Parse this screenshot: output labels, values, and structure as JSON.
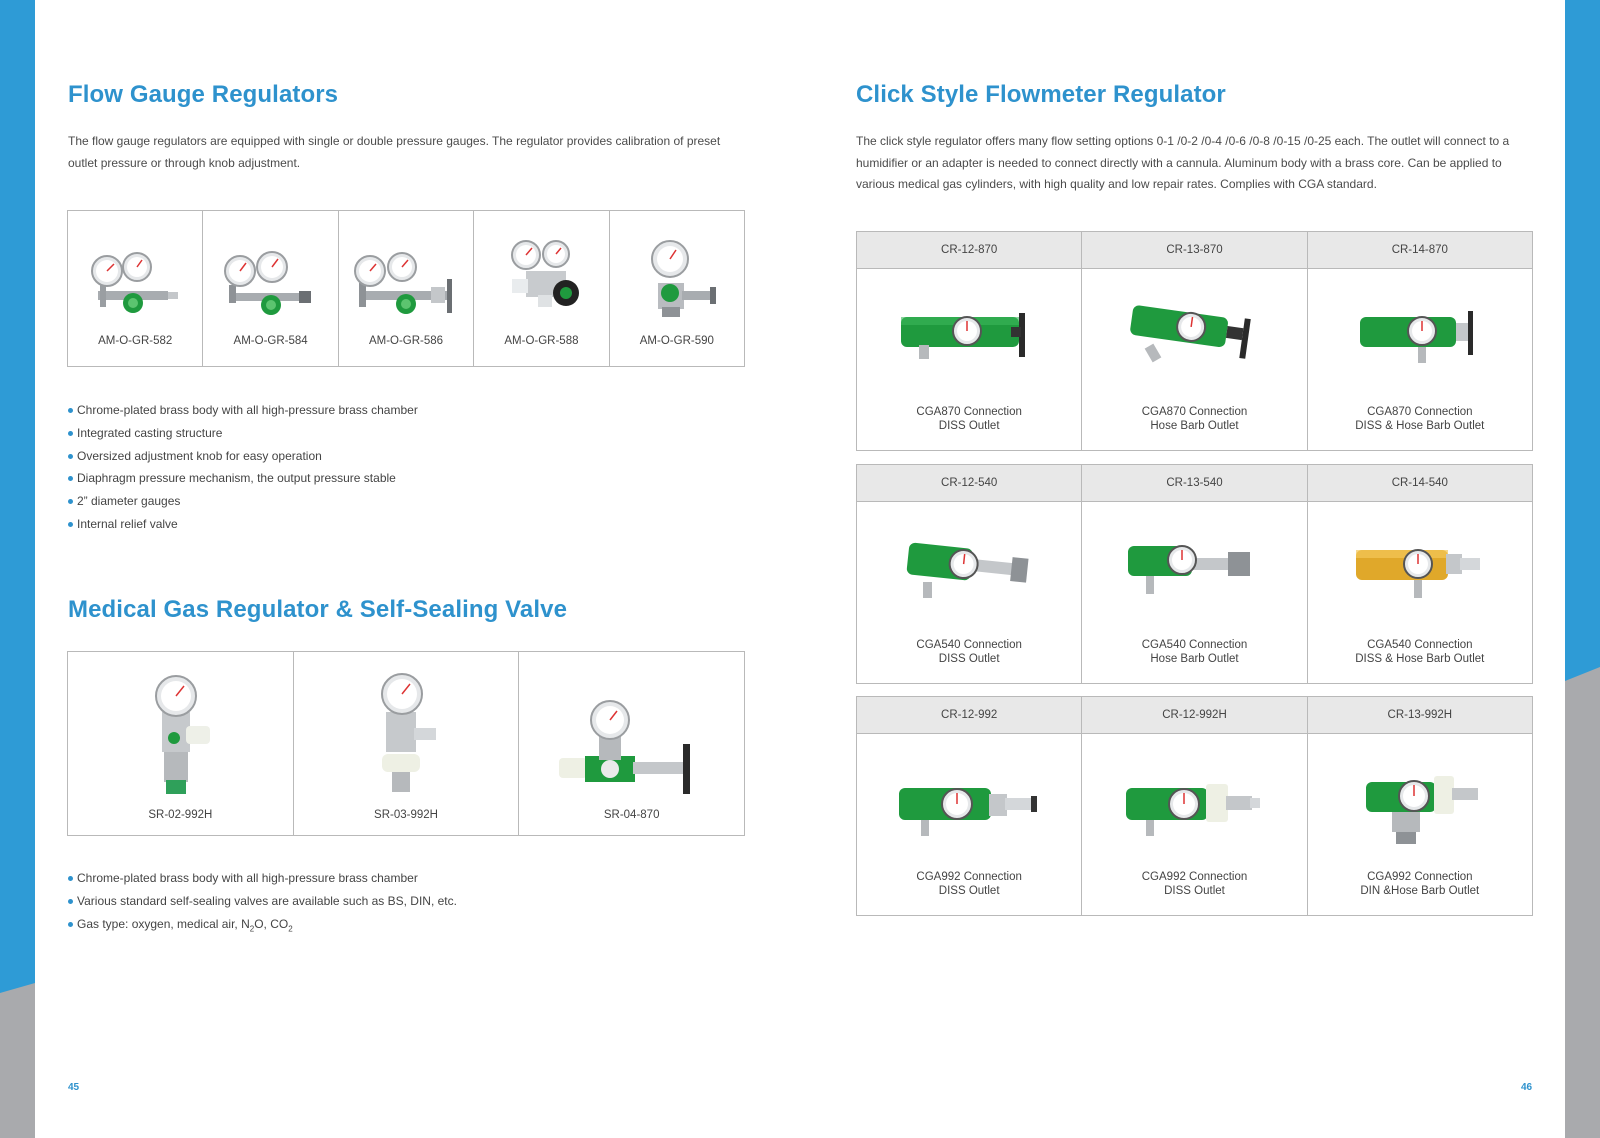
{
  "left": {
    "flow_gauge": {
      "title": "Flow Gauge Regulators",
      "description_line1": "The flow gauge regulators are equipped with single or double pressure gauges. The regulator provides calibration of preset",
      "description_line2": "outlet pressure or through knob adjustment.",
      "products": [
        "AM-O-GR-582",
        "AM-O-GR-584",
        "AM-O-GR-586",
        "AM-O-GR-588",
        "AM-O-GR-590"
      ],
      "features": [
        "Chrome-plated brass body with all high-pressure brass chamber",
        "Integrated casting structure",
        "Oversized adjustment knob for easy operation",
        "Diaphragm pressure mechanism, the output pressure stable",
        "2” diameter gauges",
        "Internal relief valve"
      ]
    },
    "self_sealing": {
      "title": "Medical Gas Regulator & Self-Sealing Valve",
      "products": [
        "SR-02-992H",
        "SR-03-992H",
        "SR-04-870"
      ],
      "features": [
        "Chrome-plated brass body with all high-pressure brass chamber",
        "Various standard self-sealing valves are available such as BS, DIN, etc."
      ],
      "gas_type_prefix": "Gas type: oxygen, medical air, N",
      "gas_type_sub1": "2",
      "gas_type_mid": "O, CO",
      "gas_type_sub2": "2"
    },
    "page_number": "45"
  },
  "right": {
    "title": "Click Style Flowmeter Regulator",
    "description_line1": "The click style regulator offers many flow setting options 0-1 /0-2 /0-4 /0-6 /0-8 /0-15 /0-25 each. The outlet will connect to a",
    "description_line2": "humidifier or an adapter is needed to connect directly with a cannula. Aluminum body with a brass core. Can be applied to",
    "description_line3": "various medical gas cylinders, with high quality and low repair rates. Complies with CGA standard.",
    "rows": [
      {
        "models": [
          "CR-12-870",
          "CR-13-870",
          "CR-14-870"
        ],
        "connections": [
          "CGA870 Connection",
          "CGA870 Connection",
          "CGA870 Connection"
        ],
        "outlets": [
          "DISS Outlet",
          "Hose Barb Outlet",
          "DISS & Hose Barb Outlet"
        ]
      },
      {
        "models": [
          "CR-12-540",
          "CR-13-540",
          "CR-14-540"
        ],
        "connections": [
          "CGA540 Connection",
          "CGA540 Connection",
          "CGA540 Connection"
        ],
        "outlets": [
          "DISS Outlet",
          "Hose Barb Outlet",
          "DISS & Hose Barb Outlet"
        ]
      },
      {
        "models": [
          "CR-12-992",
          "CR-12-992H",
          "CR-13-992H"
        ],
        "connections": [
          "CGA992 Connection",
          "CGA992 Connection",
          "CGA992 Connection"
        ],
        "outlets": [
          "DISS Outlet",
          "DISS Outlet",
          "DIN &Hose Barb Outlet"
        ]
      }
    ],
    "page_number": "46"
  },
  "colors": {
    "accent_blue": "#2e92cd",
    "side_blue": "#2e9bd6",
    "side_grey": "#a9aaad",
    "header_grey": "#e8e8e8",
    "regulator_green": "#1f9a3e",
    "regulator_gold": "#e0a82a"
  },
  "icons": [
    "gauge-regulator-icon",
    "self-sealing-valve-icon",
    "click-flowmeter-icon"
  ]
}
